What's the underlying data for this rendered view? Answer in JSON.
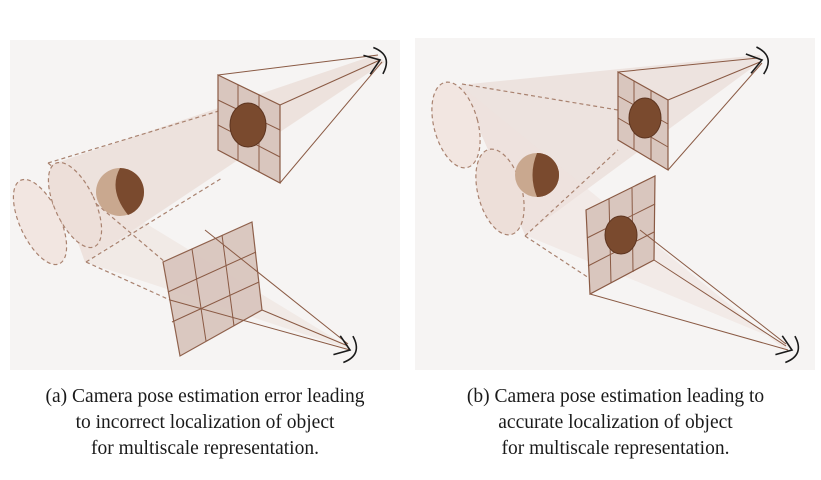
{
  "captions": {
    "a": {
      "line1": "(a) Camera pose estimation error leading",
      "line2": "to incorrect localization of object",
      "line3": "for multiscale representation."
    },
    "b": {
      "line1": "(b) Camera pose estimation leading to",
      "line2": "accurate localization of object",
      "line3": "for multiscale representation."
    }
  },
  "colors": {
    "panel_bg": "#f6f4f3",
    "frustum_fill": "#e8d9d3",
    "plane_fill": "#d9c6be",
    "line": "#8a5a44",
    "object_dark": "#7a4a2e",
    "object_light": "#c9a88f",
    "dash": "#a9826f"
  },
  "icons": [
    "eye-icon"
  ]
}
